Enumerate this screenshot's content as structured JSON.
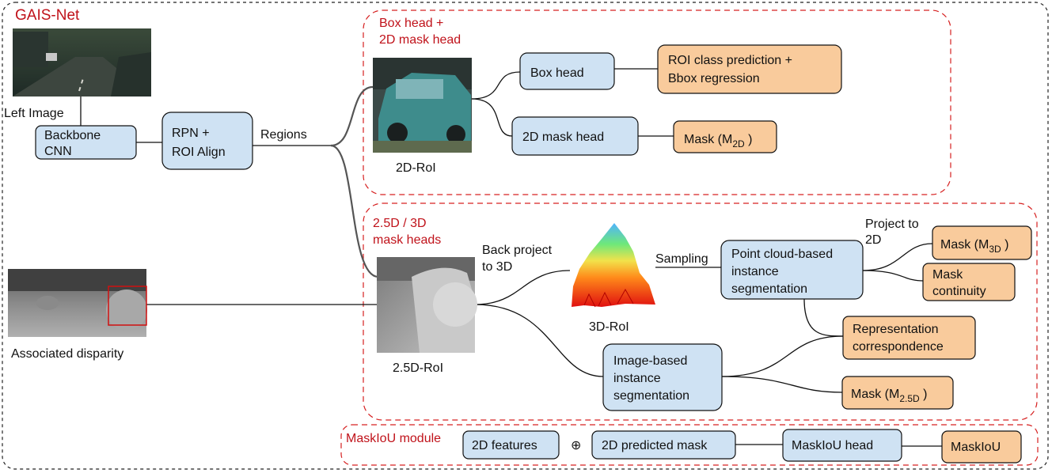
{
  "title": "GAIS-Net",
  "inputs": {
    "left_image": "Left Image",
    "disparity": "Associated disparity"
  },
  "blocks": {
    "backbone": [
      "Backbone",
      "CNN"
    ],
    "rpn": [
      "RPN +",
      "ROI Align"
    ],
    "regions": "Regions"
  },
  "region_2d": {
    "title": [
      "Box head +",
      "2D mask head"
    ],
    "roi_label": "2D-RoI",
    "box_head": "Box head",
    "mask_head": "2D mask head",
    "roi_pred": [
      "ROI class prediction +",
      "Bbox regression"
    ],
    "mask_2d": {
      "text": "Mask (M",
      "sub": "2D",
      "close": " )"
    }
  },
  "region_3d": {
    "title": [
      "2.5D / 3D",
      "mask heads"
    ],
    "back_project": [
      "Back project",
      "to 3D"
    ],
    "roi_25d": "2.5D-RoI",
    "roi_3d": "3D-RoI",
    "sampling": "Sampling",
    "pc_seg": [
      "Point cloud-based",
      "instance",
      "segmentation"
    ],
    "project": [
      "Project to",
      "2D"
    ],
    "mask_3d": {
      "text": "Mask (M",
      "sub": "3D",
      "close": " )"
    },
    "mask_cont": [
      "Mask",
      "continuity"
    ],
    "repr": [
      "Representation",
      "correspondence"
    ],
    "img_seg": [
      "Image-based",
      "instance",
      "segmentation"
    ],
    "mask_25d": {
      "text": "Mask (M",
      "sub": "2.5D",
      "close": " )"
    }
  },
  "maskiou": {
    "title": "MaskIoU module",
    "feat": "2D features",
    "plus": "⊕",
    "pred_mask": "2D predicted mask",
    "head": "MaskIoU head",
    "out": "MaskIoU"
  },
  "colors": {
    "red_label": "#c0121a",
    "blue_box": "#cfe2f3",
    "orange_box": "#f9cb9c"
  }
}
